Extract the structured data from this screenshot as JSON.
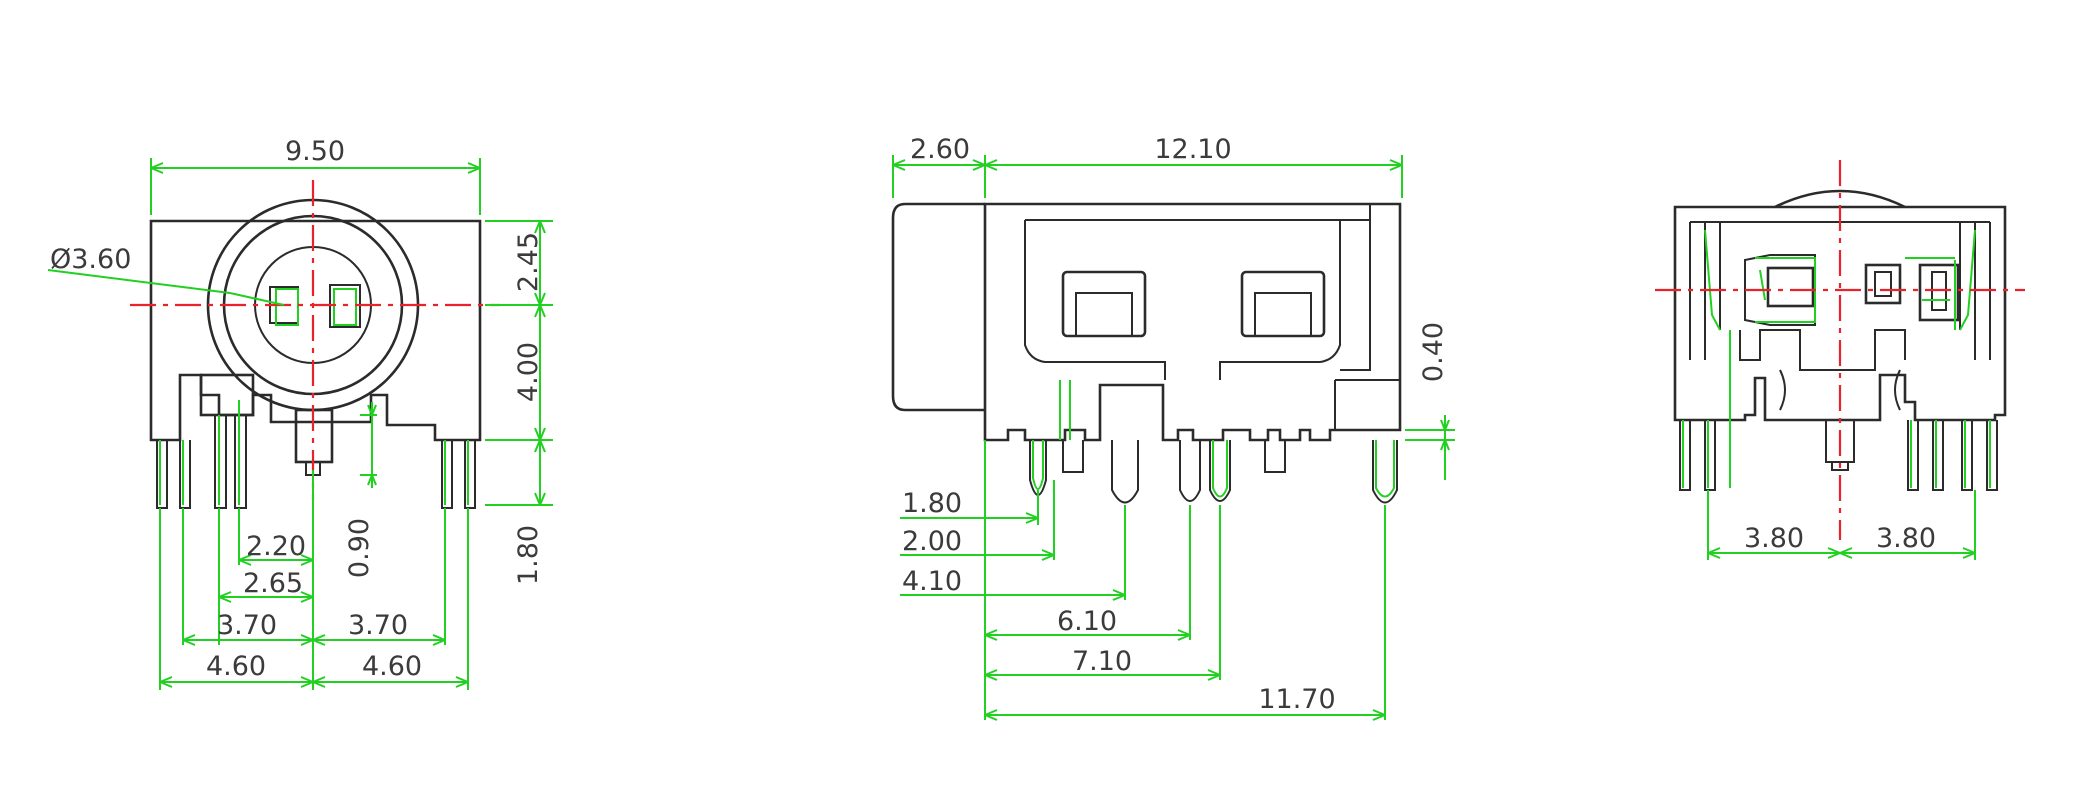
{
  "colors": {
    "outline": "#2b2b2b",
    "dimension": "#22d022",
    "centerline": "#e8232a"
  },
  "front_view": {
    "width_overall": "9.50",
    "hole_diameter": "Ø3.60",
    "top_to_center": "2.45",
    "center_to_base": "4.00",
    "base_to_pin_tip": "1.80",
    "pin_standoff": "0.90",
    "pin_offset_a": "2.20",
    "pin_offset_b": "2.65",
    "pin_pitch_left": "3.70",
    "pin_pitch_right": "3.70",
    "outer_pin_left": "4.60",
    "outer_pin_right": "4.60"
  },
  "side_view": {
    "nose_length": "2.60",
    "body_length": "12.10",
    "standoff_height": "0.40",
    "pin_1": "1.80",
    "pin_2": "2.00",
    "pin_3": "4.10",
    "pin_4": "6.10",
    "pin_5": "7.10",
    "pin_6": "11.70"
  },
  "rear_view": {
    "pin_spacing_left": "3.80",
    "pin_spacing_right": "3.80"
  }
}
